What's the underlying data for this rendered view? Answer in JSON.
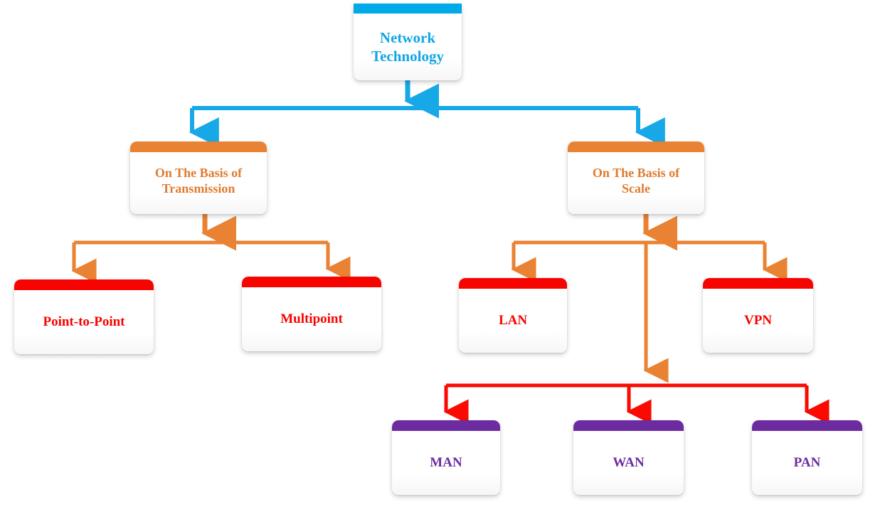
{
  "diagram": {
    "title": "Network Technology Classification Tree",
    "type": "tree-diagram",
    "background": "#ffffff",
    "colors": {
      "root": "#12A5E8",
      "level2": "#E98232",
      "level3": "#F60400",
      "level4": "#6C2CA0"
    },
    "nodes": {
      "root": {
        "label": "Network\nTechnology",
        "bar_color": "#00A9E8",
        "text_color": "#12A5E8"
      },
      "transmission": {
        "label": "On The Basis of\nTransmission",
        "bar_color": "#E98232",
        "text_color": "#E07B2E"
      },
      "scale": {
        "label": "On The Basis of\nScale",
        "bar_color": "#E98232",
        "text_color": "#E07B2E"
      },
      "point_to_point": {
        "label": "Point-to-Point",
        "bar_color": "#F60400",
        "text_color": "#F60400"
      },
      "multipoint": {
        "label": "Multipoint",
        "bar_color": "#F60400",
        "text_color": "#F60400"
      },
      "lan": {
        "label": "LAN",
        "bar_color": "#F60400",
        "text_color": "#F60400"
      },
      "vpn": {
        "label": "VPN",
        "bar_color": "#F60400",
        "text_color": "#F60400"
      },
      "man": {
        "label": "MAN",
        "bar_color": "#6C2CA0",
        "text_color": "#6C2CA0"
      },
      "wan": {
        "label": "WAN",
        "bar_color": "#6C2CA0",
        "text_color": "#6C2CA0"
      },
      "pan": {
        "label": "PAN",
        "bar_color": "#6C2CA0",
        "text_color": "#6C2CA0"
      }
    },
    "edges": [
      {
        "from": "root",
        "to": "transmission",
        "color": "#17A8E8"
      },
      {
        "from": "root",
        "to": "scale",
        "color": "#17A8E8"
      },
      {
        "from": "transmission",
        "to": "point_to_point",
        "color": "#E98232"
      },
      {
        "from": "transmission",
        "to": "multipoint",
        "color": "#E98232"
      },
      {
        "from": "scale",
        "to": "lan",
        "color": "#E98232"
      },
      {
        "from": "scale",
        "to": "vpn",
        "color": "#E98232"
      },
      {
        "from": "scale",
        "to": "man",
        "color": "#FA0A00"
      },
      {
        "from": "scale",
        "to": "wan",
        "color": "#FA0A00"
      },
      {
        "from": "scale",
        "to": "pan",
        "color": "#FA0A00"
      }
    ]
  }
}
